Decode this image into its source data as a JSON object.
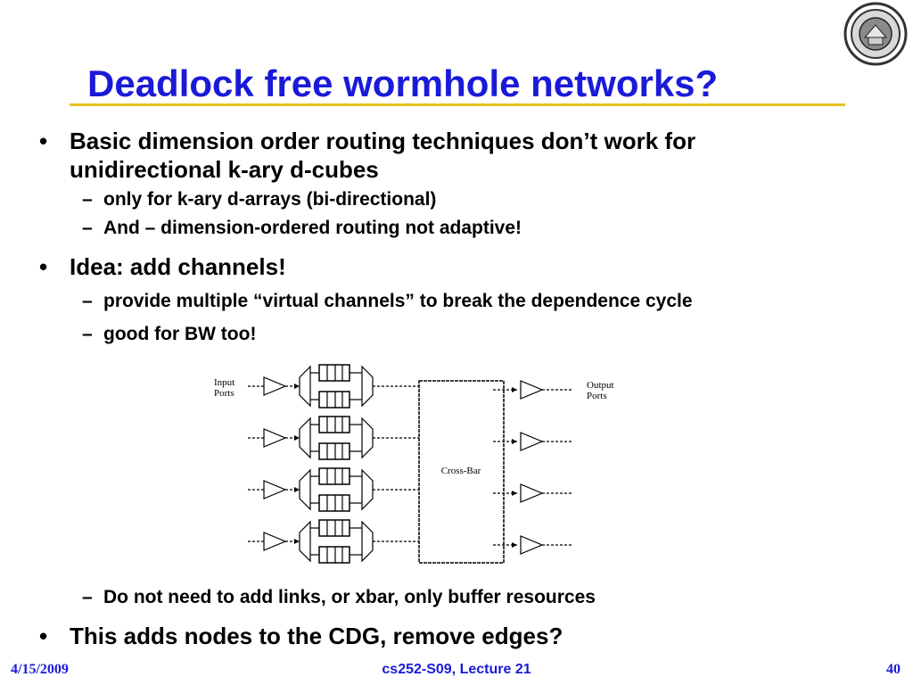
{
  "slide": {
    "title": "Deadlock free wormhole networks?",
    "bullets": [
      {
        "text": "Basic dimension order routing techniques don’t work for",
        "cont": "unidirectional k-ary d-cubes"
      },
      {
        "text": "only for k-ary d-arrays (bi-directional)"
      },
      {
        "text": "And – dimension-ordered routing not adaptive!"
      },
      {
        "text": "Idea: add channels!"
      },
      {
        "text": "provide multiple “virtual channels” to break the dependence cycle"
      },
      {
        "text": "good for BW too!"
      },
      {
        "text": "Do not need to add links, or xbar, only buffer resources"
      },
      {
        "text": "This adds nodes to the CDG, remove edges?"
      }
    ],
    "bullet_mark": "•",
    "sub_mark": "–"
  },
  "diagram": {
    "input_label_line1": "Input",
    "input_label_line2": "Ports",
    "output_label_line1": "Output",
    "output_label_line2": "Ports",
    "crossbar_label": "Cross-Bar"
  },
  "footer": {
    "date": "4/15/2009",
    "course": "cs252-S09, Lecture 21",
    "page": "40"
  },
  "colors": {
    "title": "#1a1ad8",
    "rule": "#e8c21e",
    "text": "#000000"
  }
}
